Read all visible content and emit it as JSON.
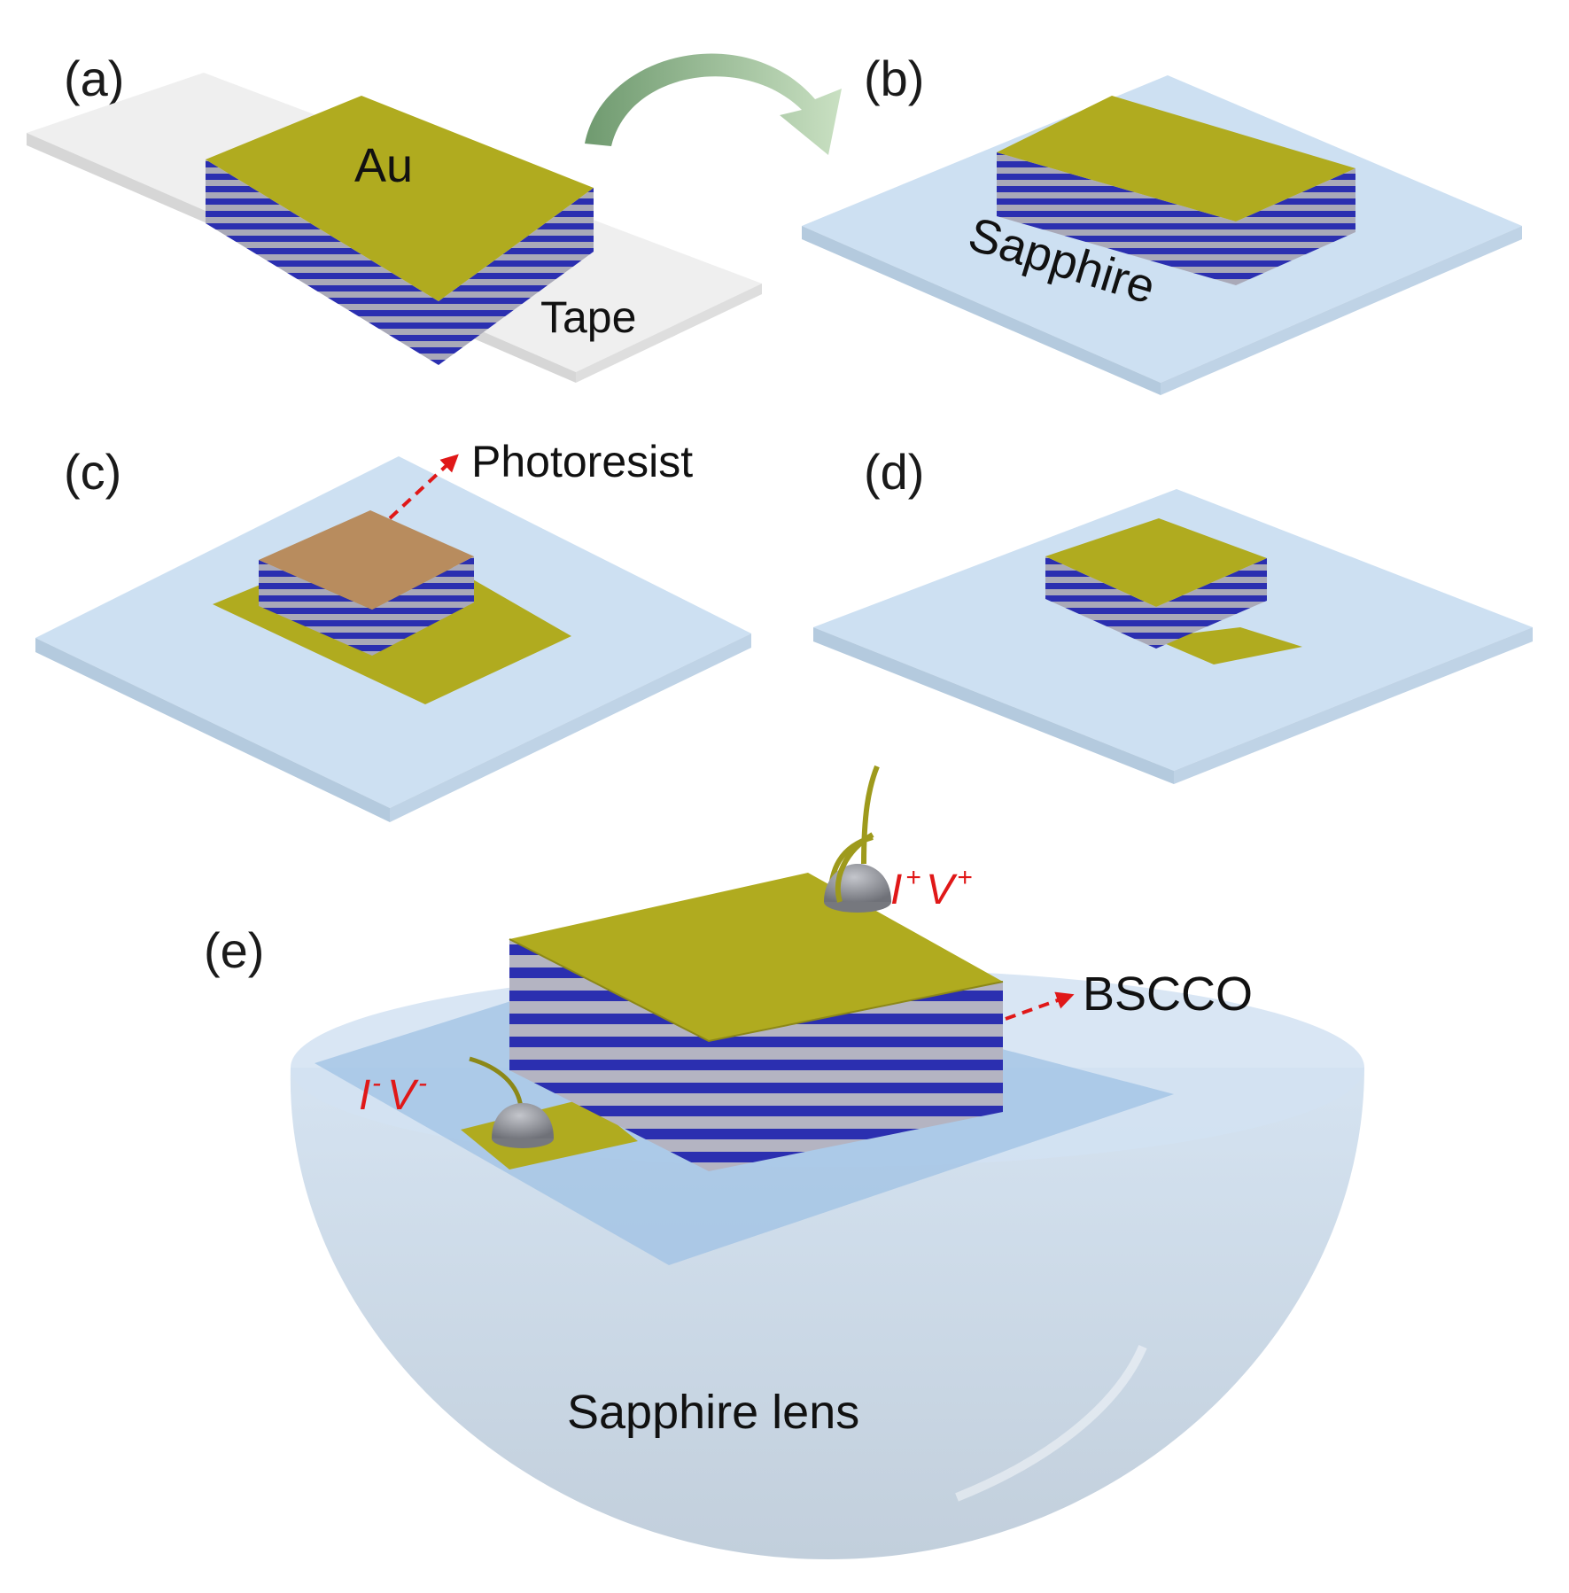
{
  "panels": {
    "a": {
      "label": "(a)",
      "au": "Au",
      "tape": "Tape"
    },
    "b": {
      "label": "(b)",
      "sapphire": "Sapphire"
    },
    "c": {
      "label": "(c)",
      "photoresist": "Photoresist"
    },
    "d": {
      "label": "(d)"
    },
    "e": {
      "label": "(e)",
      "bscco": "BSCCO",
      "plus": {
        "i": "I",
        "i_sup": "+",
        "v": "V",
        "v_sup": "+"
      },
      "minus": {
        "i": "I",
        "i_sup": "-",
        "v": "V",
        "v_sup": "-"
      },
      "lens": "Sapphire lens"
    }
  },
  "colors": {
    "gold": "#b0ab1f",
    "gold_dark": "#8c8817",
    "stripe_blue": "#2b2fb0",
    "stripe_gray": "#a9a9b8",
    "sapphire": "#cde0f2",
    "sapphire_edge": "#b4cade",
    "tape": "#efefef",
    "photoresist": "#b88c5e",
    "arrow_green": "#8fb58f",
    "marker_red": "#e01818",
    "bump_gray": "#8e9096"
  }
}
